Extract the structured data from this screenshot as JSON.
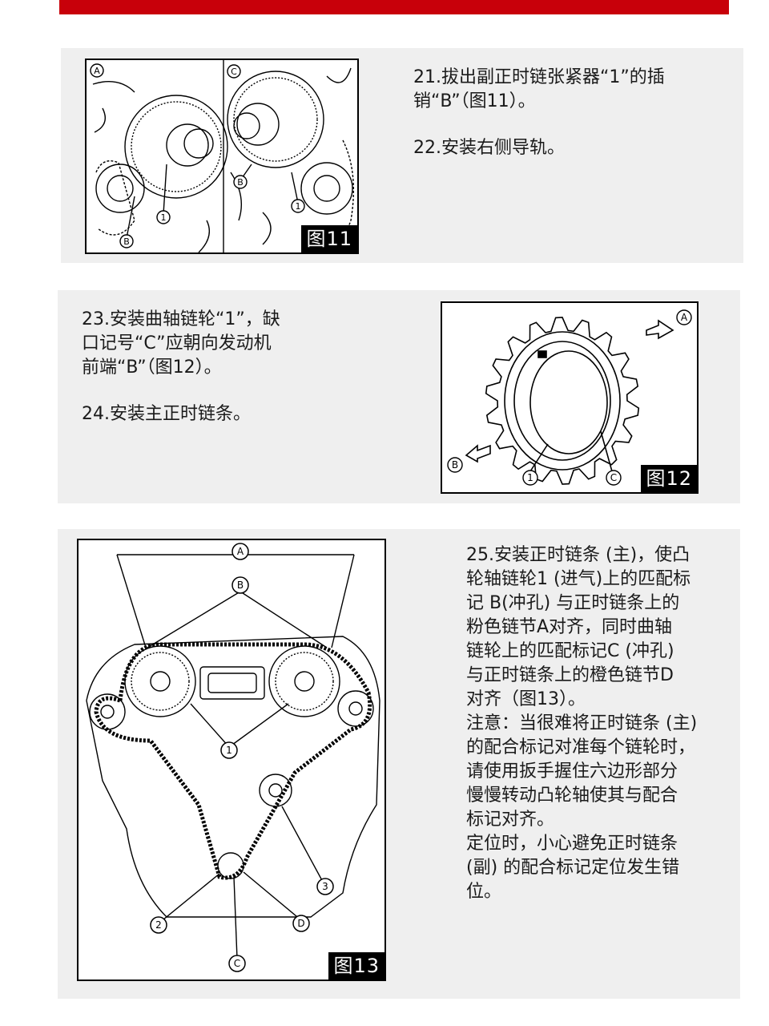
{
  "step_11": {
    "figure_label": "图11",
    "callouts": {
      "a": "A",
      "c": "C",
      "b": "B",
      "one": "1"
    },
    "text_lines": [
      "21.拔出副正时链张紧器“1”的插",
      "销“B”（图11）。"
    ],
    "text_2": "22.安装右侧导轨。"
  },
  "step_12": {
    "figure_label": "图12",
    "callouts": {
      "a": "A",
      "b": "B",
      "c": "C",
      "one": "1"
    },
    "text_lines": [
      "23.安装曲轴链轮“1”，缺",
      "口记号“C”应朝向发动机",
      "前端“B”（图12）。"
    ],
    "text_2": "24.安装主正时链条。"
  },
  "step_13": {
    "figure_label": "图13",
    "callouts": {
      "a": "A",
      "b": "B",
      "c": "C",
      "d": "D",
      "one": "1",
      "two": "2",
      "three": "3"
    },
    "text_lines": [
      "25.安装正时链条 (主)，使凸",
      "轮轴链轮1 (进气)上的匹配标",
      "记 B(冲孔) 与正时链条上的",
      "粉色链节A对齐，同时曲轴",
      "链轮上的匹配标记C (冲孔)",
      "与正时链条上的橙色链节D",
      "对齐（图13）。",
      "注意：当很难将正时链条 (主)",
      "的配合标记对准每个链轮时，",
      "请使用扳手握住六边形部分",
      "慢慢转动凸轮轴使其与配合",
      "标记对齐。",
      "定位时，小心避免正时链条",
      "(副) 的配合标记定位发生错",
      "位。"
    ]
  },
  "colors": {
    "accent_bar": "#c8000a",
    "panel": "#efefef"
  }
}
